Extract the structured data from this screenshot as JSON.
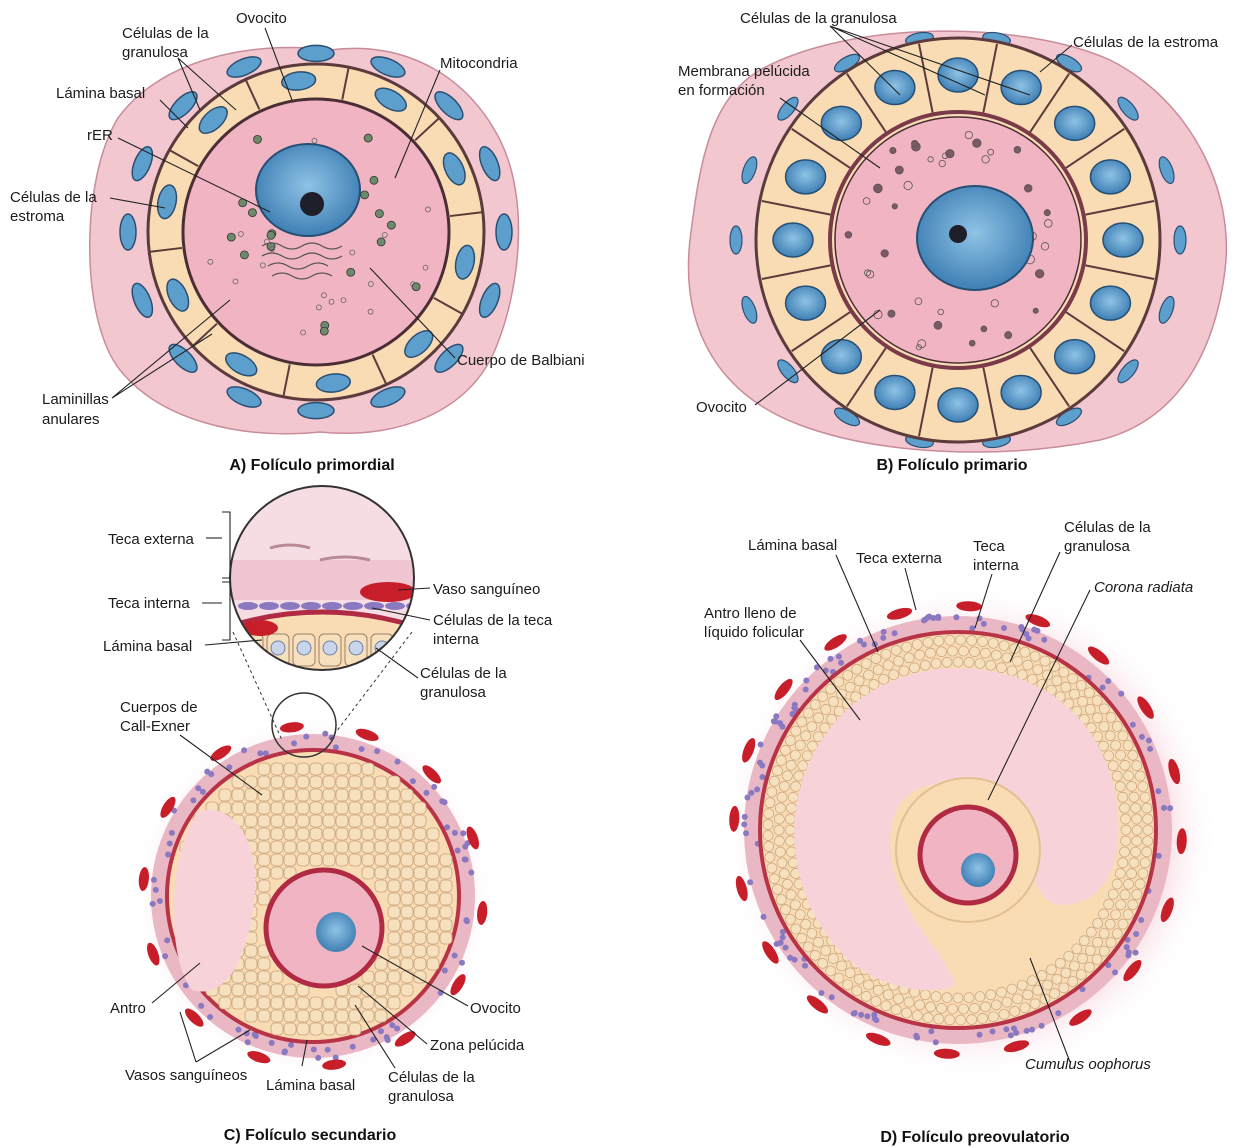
{
  "panels": {
    "a": {
      "caption": "A) Folículo primordial",
      "labels": {
        "ovocito": "Ovocito",
        "granulosa_1": "Células de la",
        "granulosa_2": "granulosa",
        "lamina_basal": "Lámina basal",
        "rer": "rER",
        "estroma_1": "Células de la",
        "estroma_2": "estroma",
        "mitocondria": "Mitocondria",
        "balbiani": "Cuerpo de Balbiani",
        "laminillas_1": "Laminillas",
        "laminillas_2": "anulares"
      }
    },
    "b": {
      "caption": "B) Folículo primario",
      "labels": {
        "granulosa": "Células de la granulosa",
        "estroma": "Células de la estroma",
        "membrana_1": "Membrana pelúcida",
        "membrana_2": "en formación",
        "ovocito": "Ovocito"
      }
    },
    "c": {
      "caption": "C) Folículo secundario",
      "labels": {
        "teca_externa": "Teca externa",
        "teca_interna": "Teca interna",
        "lamina_basal_inset": "Lámina basal",
        "vaso": "Vaso sanguíneo",
        "teca_cells_1": "Células de la teca",
        "teca_cells_2": "interna",
        "granulosa_inset_1": "Células de la",
        "granulosa_inset_2": "granulosa",
        "call_exner_1": "Cuerpos de",
        "call_exner_2": "Call-Exner",
        "antro": "Antro",
        "ovocito": "Ovocito",
        "zona": "Zona pelúcida",
        "vasos": "Vasos sanguíneos",
        "lamina_basal": "Lámina basal",
        "granulosa_1": "Células de la",
        "granulosa_2": "granulosa"
      }
    },
    "d": {
      "caption": "D) Folículo preovulatorio",
      "labels": {
        "lamina_basal": "Lámina basal",
        "teca_externa": "Teca externa",
        "teca_interna_1": "Teca",
        "teca_interna_2": "interna",
        "granulosa_1": "Células de la",
        "granulosa_2": "granulosa",
        "corona": "Corona radiata",
        "antro_1": "Antro lleno de",
        "antro_2": "líquido folicular",
        "cumulus": "Cumulus oophorus"
      }
    }
  },
  "colors": {
    "stroma": "#f2c7cf",
    "granulosa": "#f9dcb4",
    "ooplasm": "#f1b4c2",
    "nucleus": "#5fa0cc",
    "antrum": "#f7d2d9",
    "vessel": "#c81e2a",
    "theca": "#8a78c0",
    "zona": "#b02a44"
  }
}
